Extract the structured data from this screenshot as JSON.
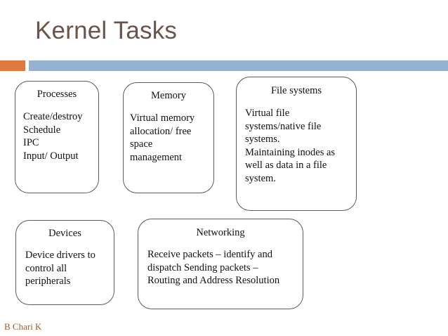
{
  "slide": {
    "title": "Kernel Tasks",
    "author": "B Chari K",
    "colors": {
      "title": "#6b544b",
      "accent_orange": "#e0793c",
      "accent_blue": "#93b3d0",
      "box_border": "#5b5b5b",
      "box_text": "#111111",
      "author": "#9c5d2b",
      "background": "#ffffff"
    }
  },
  "boxes": [
    {
      "id": "processes",
      "heading": "Processes",
      "body": "Create/destroy\nSchedule\nIPC\nInput/ Output"
    },
    {
      "id": "memory",
      "heading": "Memory",
      "body": "Virtual memory\nallocation/ free\nspace\nmanagement"
    },
    {
      "id": "filesystems",
      "heading": "File systems",
      "body": "Virtual file\nsystems/native file\nsystems.\nMaintaining inodes as\nwell as data in a file\nsystem."
    },
    {
      "id": "devices",
      "heading": "Devices",
      "body": "Device drivers to\ncontrol all\nperipherals"
    },
    {
      "id": "networking",
      "heading": "Networking",
      "body": "Receive packets – identify and\ndispatch Sending packets –\nRouting and Address  Resolution"
    }
  ]
}
